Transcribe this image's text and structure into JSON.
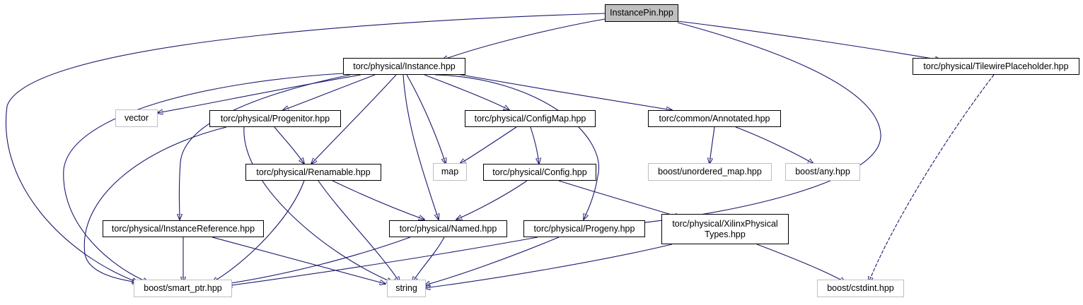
{
  "colors": {
    "edge": "#191970",
    "node_border": "#000000",
    "external_border": "#bfbfbf",
    "root_fill": "#bfbfbf"
  },
  "nodes": {
    "instancepin": {
      "label": "InstancePin.hpp",
      "kind": "root"
    },
    "instance": {
      "label": "torc/physical/Instance.hpp",
      "kind": "header"
    },
    "tilewire": {
      "label": "torc/physical/TilewirePlaceholder.hpp",
      "kind": "header"
    },
    "vector": {
      "label": "vector",
      "kind": "external"
    },
    "progenitor": {
      "label": "torc/physical/Progenitor.hpp",
      "kind": "header"
    },
    "configmap": {
      "label": "torc/physical/ConfigMap.hpp",
      "kind": "header"
    },
    "annotated": {
      "label": "torc/common/Annotated.hpp",
      "kind": "header"
    },
    "renamable": {
      "label": "torc/physical/Renamable.hpp",
      "kind": "header"
    },
    "map": {
      "label": "map",
      "kind": "external"
    },
    "config": {
      "label": "torc/physical/Config.hpp",
      "kind": "header"
    },
    "unordered": {
      "label": "boost/unordered_map.hpp",
      "kind": "external"
    },
    "any": {
      "label": "boost/any.hpp",
      "kind": "external"
    },
    "instref": {
      "label": "torc/physical/InstanceReference.hpp",
      "kind": "header"
    },
    "named": {
      "label": "torc/physical/Named.hpp",
      "kind": "header"
    },
    "progeny": {
      "label": "torc/physical/Progeny.hpp",
      "kind": "header"
    },
    "xilinx": {
      "label": "torc/physical/XilinxPhysical\nTypes.hpp",
      "kind": "header"
    },
    "smartptr": {
      "label": "boost/smart_ptr.hpp",
      "kind": "external"
    },
    "string": {
      "label": "string",
      "kind": "external"
    },
    "cstdint": {
      "label": "boost/cstdint.hpp",
      "kind": "external"
    }
  },
  "edges": [
    [
      "instancepin",
      "instance"
    ],
    [
      "instancepin",
      "tilewire"
    ],
    [
      "instancepin",
      "smartptr"
    ],
    [
      "instancepin",
      "progeny"
    ],
    [
      "instance",
      "vector"
    ],
    [
      "instance",
      "progenitor"
    ],
    [
      "instance",
      "configmap"
    ],
    [
      "instance",
      "annotated"
    ],
    [
      "instance",
      "renamable"
    ],
    [
      "instance",
      "map"
    ],
    [
      "instance",
      "instref"
    ],
    [
      "instance",
      "named"
    ],
    [
      "instance",
      "progeny"
    ],
    [
      "instance",
      "smartptr"
    ],
    [
      "tilewire",
      "cstdint"
    ],
    [
      "progenitor",
      "renamable"
    ],
    [
      "progenitor",
      "smartptr"
    ],
    [
      "progenitor",
      "string"
    ],
    [
      "configmap",
      "map"
    ],
    [
      "configmap",
      "config"
    ],
    [
      "annotated",
      "unordered"
    ],
    [
      "annotated",
      "any"
    ],
    [
      "renamable",
      "named"
    ],
    [
      "renamable",
      "string"
    ],
    [
      "renamable",
      "smartptr"
    ],
    [
      "config",
      "named"
    ],
    [
      "config",
      "xilinx"
    ],
    [
      "instref",
      "smartptr"
    ],
    [
      "instref",
      "string"
    ],
    [
      "named",
      "string"
    ],
    [
      "named",
      "smartptr"
    ],
    [
      "progeny",
      "string"
    ],
    [
      "progeny",
      "smartptr"
    ],
    [
      "xilinx",
      "string"
    ],
    [
      "xilinx",
      "cstdint"
    ]
  ]
}
